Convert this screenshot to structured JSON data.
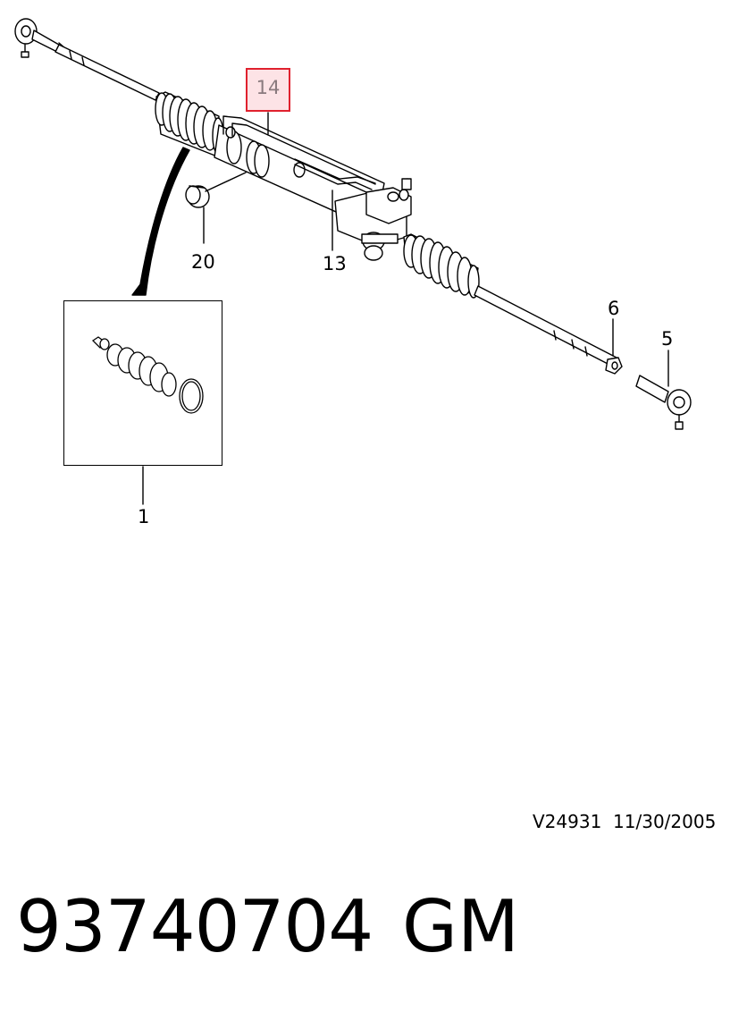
{
  "callouts": {
    "item_14": "14",
    "item_13": "13",
    "item_20": "20",
    "item_1": "1",
    "item_6": "6",
    "item_5": "5"
  },
  "highlight": {
    "color": "#e0212e",
    "fill": "#fde3e6",
    "label_color": "#8a7a7e"
  },
  "footer": {
    "drawing_code": "V24931",
    "date": "11/30/2005",
    "part_number": "93740704",
    "manufacturer": "GM"
  }
}
